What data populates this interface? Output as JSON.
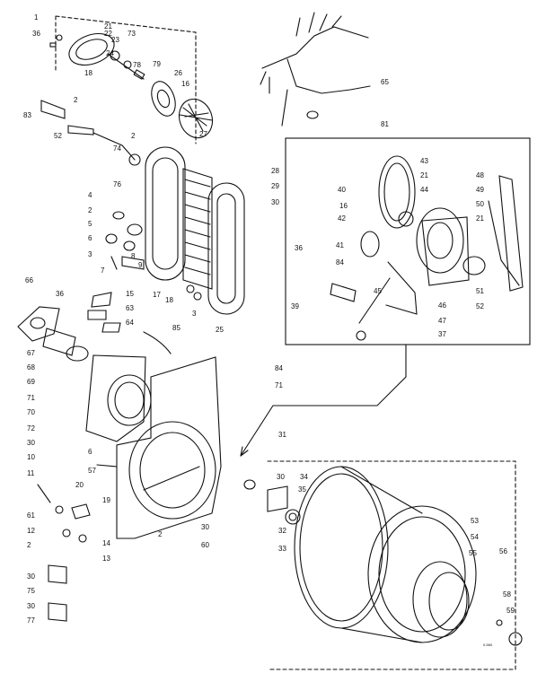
{
  "diagram": {
    "part_numbers": [
      "1",
      "21",
      "22",
      "23",
      "73",
      "36",
      "24",
      "78",
      "18",
      "79",
      "26",
      "16",
      "27",
      "83",
      "2",
      "52",
      "74",
      "2",
      "76",
      "28",
      "29",
      "30",
      "4",
      "2",
      "5",
      "6",
      "3",
      "7",
      "8",
      "9",
      "17",
      "18",
      "3",
      "25",
      "66",
      "36",
      "15",
      "63",
      "64",
      "85",
      "67",
      "68",
      "69",
      "71",
      "70",
      "72",
      "30",
      "6",
      "57",
      "10",
      "11",
      "61",
      "12",
      "2",
      "20",
      "19",
      "14",
      "13",
      "30",
      "75",
      "30",
      "77",
      "84",
      "71",
      "31",
      "30",
      "34",
      "35",
      "32",
      "33",
      "53",
      "54",
      "56",
      "55",
      "58",
      "59",
      "60",
      "2",
      "30",
      "65",
      "81",
      "43",
      "21",
      "44",
      "40",
      "16",
      "42",
      "36",
      "84",
      "41",
      "39",
      "48",
      "49",
      "50",
      "21",
      "51",
      "52",
      "45",
      "46",
      "47",
      "37"
    ],
    "stamp": "0-560"
  }
}
